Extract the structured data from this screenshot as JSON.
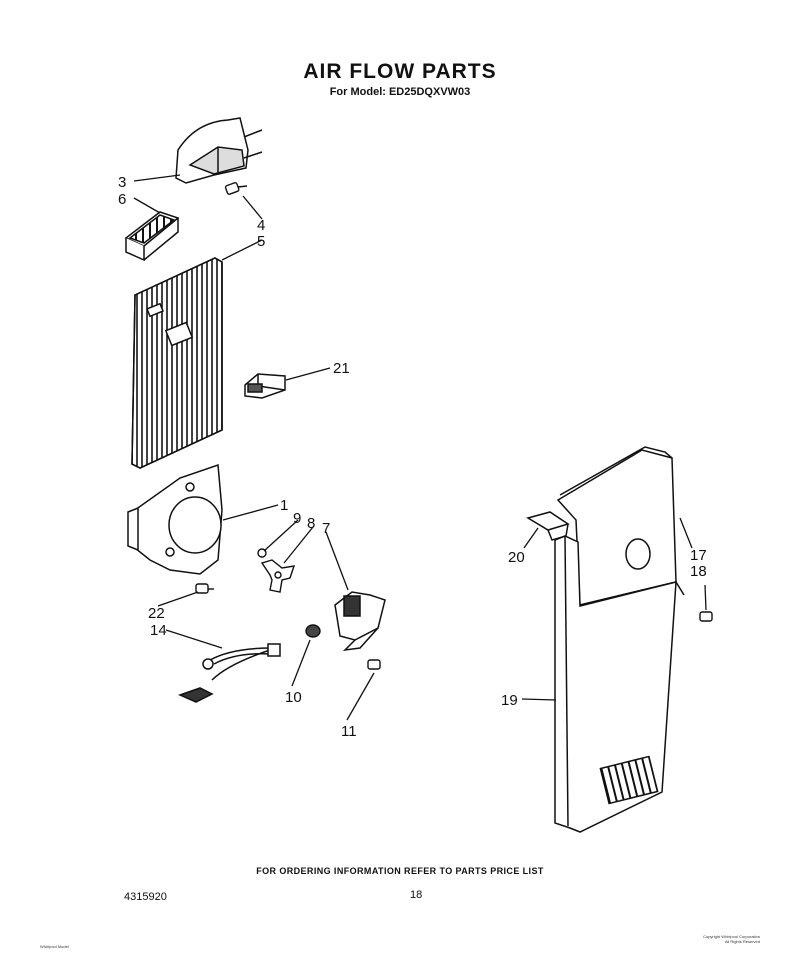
{
  "header": {
    "title": "AIR FLOW PARTS",
    "model_line": "For Model: ED25DQXVW03"
  },
  "callouts": [
    "3",
    "6",
    "4",
    "5",
    "21",
    "1",
    "9",
    "8",
    "7",
    "22",
    "14",
    "10",
    "11",
    "20",
    "17",
    "18",
    "19"
  ],
  "footer": {
    "ordering_note": "FOR ORDERING INFORMATION REFER TO PARTS PRICE LIST",
    "document_number": "4315920",
    "page_number": "18",
    "fine_print_left": [
      "Whirlpool Model"
    ],
    "fine_print_right": [
      "Copyright Whirlpool Corporation",
      "All Rights Reserved"
    ]
  }
}
